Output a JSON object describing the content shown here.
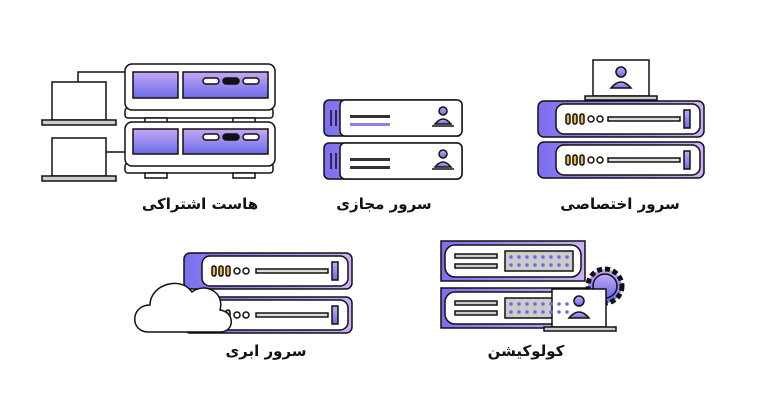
{
  "labels": {
    "shared_hosting": "هاست اشتراکی",
    "vps": "سرور مجازی",
    "dedicated": "سرور اختصاصی",
    "cloud": "سرور ابری",
    "colocation": "کولوکیشن"
  },
  "colors": {
    "accent_light": "#c4a8f7",
    "accent_dark": "#6b6be6",
    "stroke": "#111111"
  }
}
